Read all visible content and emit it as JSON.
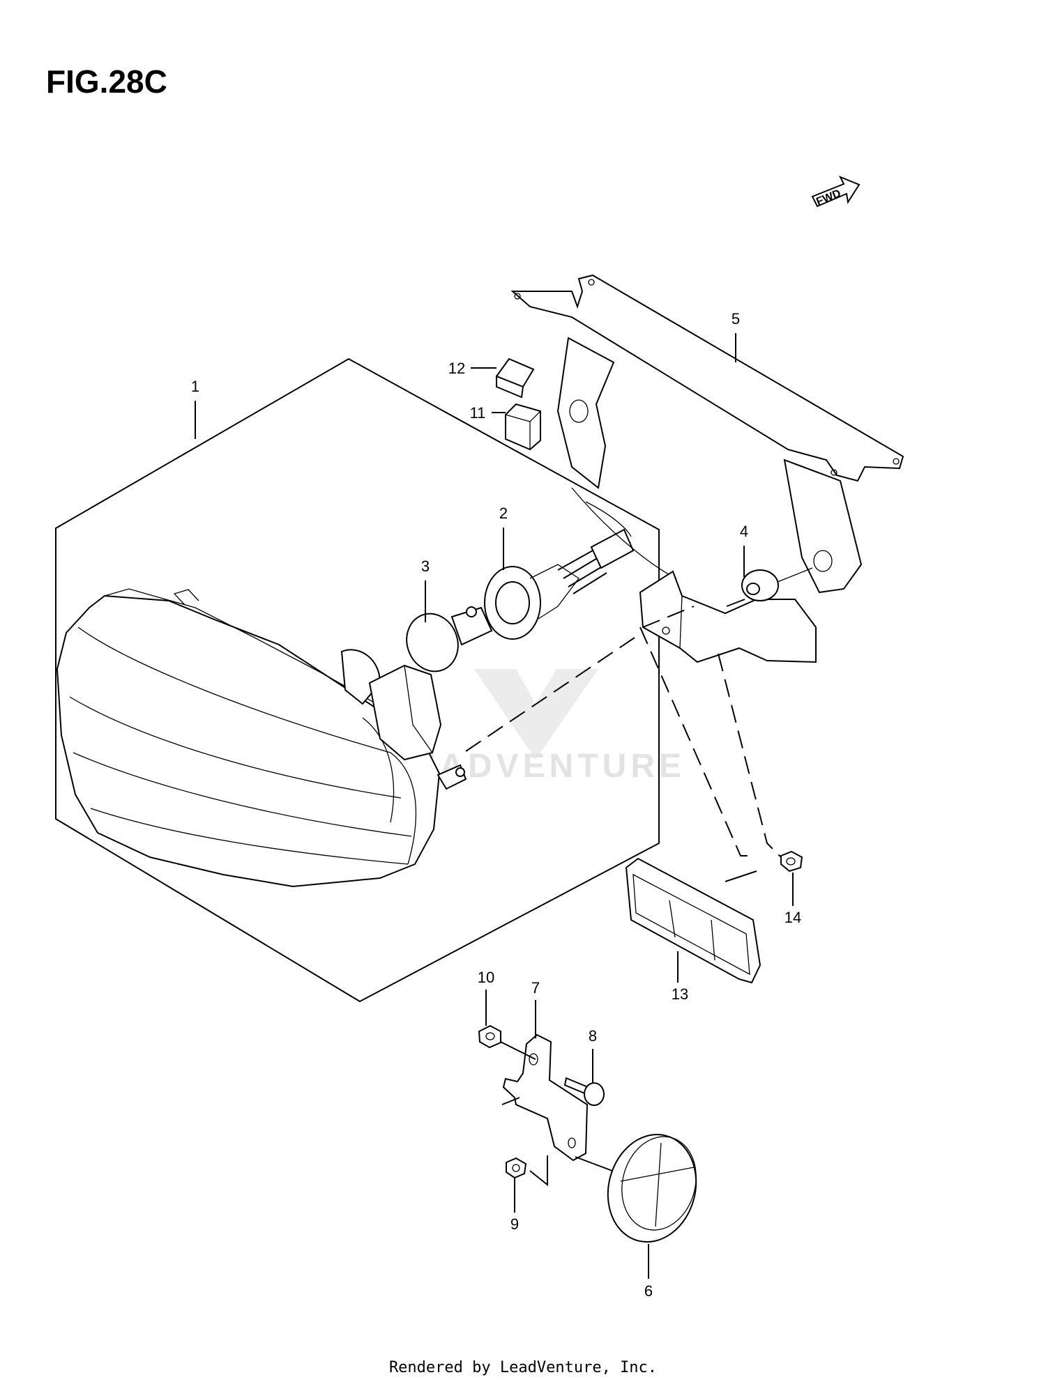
{
  "figure": {
    "title": "FIG.28C"
  },
  "fwd_label": "FWD",
  "watermark": "LEADVENTURE",
  "callouts": [
    "1",
    "2",
    "3",
    "4",
    "5",
    "6",
    "7",
    "8",
    "9",
    "10",
    "11",
    "12",
    "13",
    "14"
  ],
  "footer": "Rendered by LeadVenture, Inc."
}
